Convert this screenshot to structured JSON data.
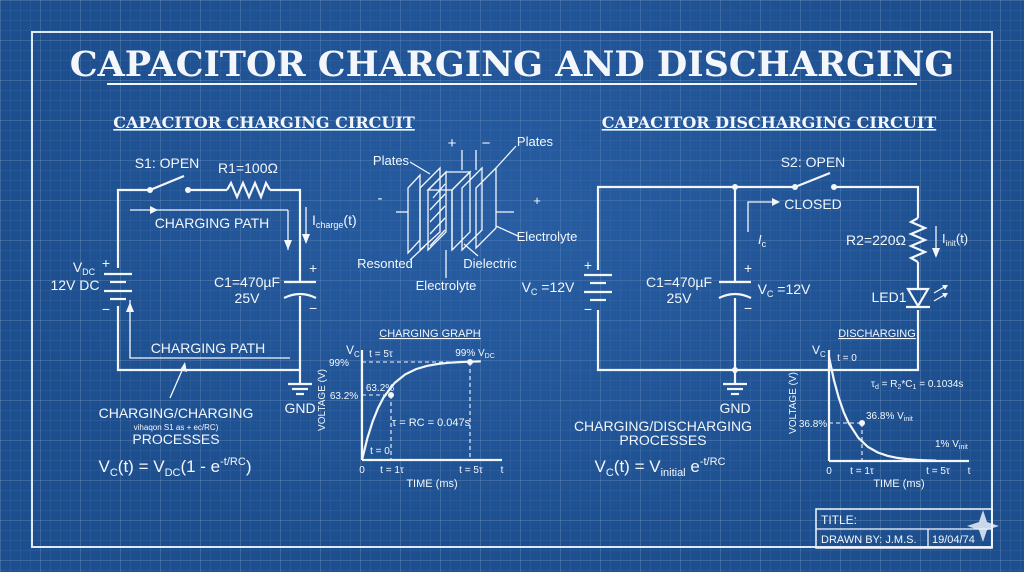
{
  "title": "CAPACITOR CHARGING AND DISCHARGING",
  "charging": {
    "heading": "CAPACITOR CHARGING CIRCUIT",
    "switch": "S1: OPEN",
    "resistor": "R1=100Ω",
    "current_main": "I",
    "current_sub": "charge",
    "current_tail": "(t)",
    "path_top": "CHARGING PATH",
    "path_bottom": "CHARGING PATH",
    "source_v": "V",
    "source_sub": "DC",
    "source_val": "12V DC",
    "plus": "+",
    "minus": "−",
    "cap_line1": "C1=470µF",
    "cap_line2": "25V",
    "gnd": "GND",
    "process_line1": "CHARGING/CHARGING",
    "process_small": "vihaqon S1 as + ec/RC)",
    "process_line2": "PROCESSES",
    "eq_a": "V",
    "eq_a_sub": "C",
    "eq_b": "(t) = V",
    "eq_b_sub": "DC",
    "eq_c": "(1 - e",
    "eq_c_sup": "-t/RC",
    "eq_d": ")"
  },
  "capacitor3d": {
    "plates_left": "Plates",
    "plates_right": "Plates",
    "resonted": "Resonted",
    "electrolyte_bottom": "Electrolyte",
    "dielectric": "Dielectric",
    "electrolyte_right": "Electrolyte",
    "plus": "+",
    "minus": "−",
    "left_sign": "-",
    "right_sign": "+"
  },
  "charge_graph": {
    "title": "CHARGING GRAPH",
    "ylabel_main": "V",
    "ylabel_sub": "C",
    "yaxis": "VOLTAGE (V)",
    "xaxis": "TIME (ms)",
    "label_99": "99%",
    "label_632": "63.2%",
    "label_632_pt": "63.2%",
    "label_99_pt": "99% V",
    "label_99_pt_sub": "DC",
    "t5tau_top": "t = 5τ",
    "tau_eq": "τ = RC = 0.047s",
    "t0": "t = 0",
    "x0": "0",
    "x1": "t = 1τ",
    "x5": "t = 5τ",
    "xt": "t"
  },
  "charge_curve": {
    "tau_values": [
      0,
      0.25,
      0.5,
      0.75,
      1,
      1.5,
      2,
      2.5,
      3,
      3.5,
      4,
      4.5,
      5,
      5.5
    ],
    "percent_values": [
      0,
      22.1,
      39.3,
      52.8,
      63.2,
      77.7,
      86.5,
      91.8,
      95.0,
      97.0,
      98.2,
      98.9,
      99.3,
      99.6
    ]
  },
  "discharging": {
    "heading": "CAPACITOR DISCHARGING CIRCUIT",
    "switch": "S2: OPEN",
    "closed": "CLOSED",
    "ic_main": "I",
    "ic_sub": "c",
    "resistor": "R2=220Ω",
    "iinit_main": "I",
    "iinit_sub": "init",
    "iinit_tail": "(t)",
    "led": "LED1",
    "vc_left_main": "V",
    "vc_left_sub": "C",
    "vc_left_tail": " =12V",
    "cap_line1": "C1=470µF",
    "cap_line2": "25V",
    "vc_right_main": "V",
    "vc_right_sub": "C",
    "vc_right_tail": " =12V",
    "plus": "+",
    "minus": "−",
    "gnd": "GND",
    "process_line1": "CHARGING/DISCHARGING",
    "process_line2": "PROCESSES",
    "eq_a": "V",
    "eq_a_sub": "C",
    "eq_b": "(t) = V",
    "eq_b_sub": "initial",
    "eq_c": " e",
    "eq_c_sup": "-t/RC"
  },
  "discharge_graph": {
    "title": "DISCHARGING",
    "ylabel_main": "V",
    "ylabel_sub": "C",
    "yaxis": "VOLTAGE (V)",
    "xaxis": "TIME (ms)",
    "t0": "t = 0",
    "tau_main": "τ",
    "tau_sub": "d",
    "tau_mid": " = R",
    "tau_mid_sub": "2",
    "tau_mid2": "*C",
    "tau_mid2_sub": "1",
    "tau_tail": " = 0.1034s",
    "label_368": "36.8%",
    "label_368_pt": "36.8% V",
    "label_368_pt_sub": "init",
    "label_1": "1% V",
    "label_1_sub": "init",
    "x0": "0",
    "x1": "t = 1τ",
    "x5": "t = 5τ",
    "xt": "t"
  },
  "discharge_curve": {
    "tau_values": [
      0,
      0.25,
      0.5,
      0.75,
      1,
      1.5,
      2,
      2.5,
      3,
      3.5,
      4,
      4.5,
      5,
      5.5
    ],
    "percent_values": [
      100,
      77.9,
      60.7,
      47.2,
      36.8,
      22.3,
      13.5,
      8.2,
      5.0,
      3.0,
      1.8,
      1.1,
      0.7,
      0.4
    ]
  },
  "titleblock": {
    "title": "TITLE:",
    "drawn": "DRAWN BY: J.M.S.",
    "date": "19/04/74"
  }
}
